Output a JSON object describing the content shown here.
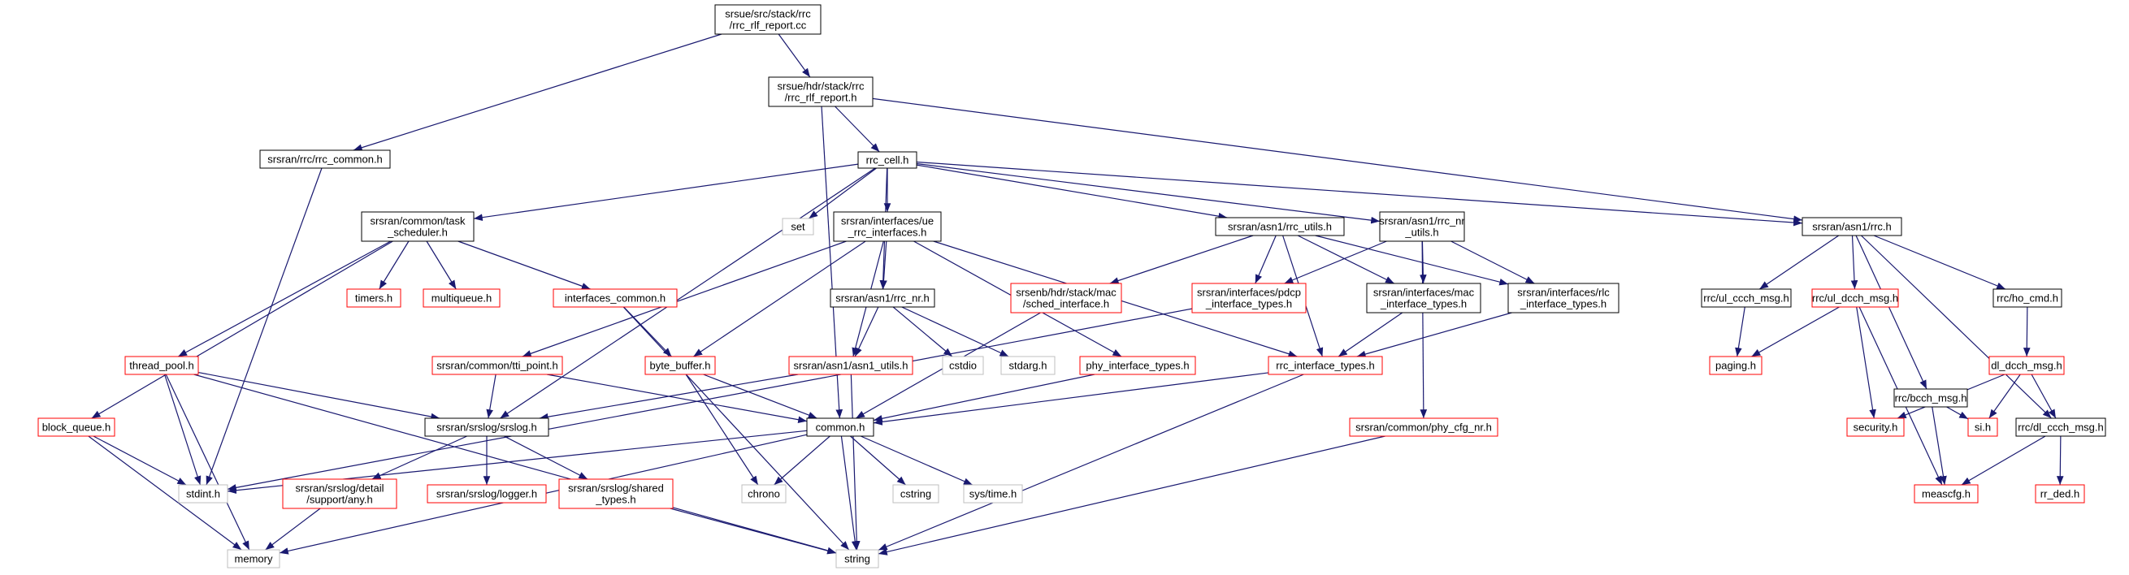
{
  "title": "",
  "colors": {
    "edge": "#191970",
    "root_fill": "#bfbfbf",
    "root_border": "#000000",
    "documented_border": "#000000",
    "undocumented_border": "#ff0000",
    "system_border": "#bfbfbf"
  },
  "nodes": {
    "rrc_rlf_report_cc": {
      "lines": [
        "srsue/src/stack/rrc",
        "/rrc_rlf_report.cc"
      ],
      "kind": "root"
    },
    "rrc_rlf_report_h": {
      "lines": [
        "srsue/hdr/stack/rrc",
        "/rrc_rlf_report.h"
      ],
      "kind": "documented"
    },
    "rrc_common_h": {
      "lines": [
        "srsran/rrc/rrc_common.h"
      ],
      "kind": "documented"
    },
    "rrc_cell_h": {
      "lines": [
        "rrc_cell.h"
      ],
      "kind": "documented"
    },
    "task_scheduler_h": {
      "lines": [
        "srsran/common/task",
        "_scheduler.h"
      ],
      "kind": "documented"
    },
    "set": {
      "lines": [
        "set"
      ],
      "kind": "system"
    },
    "ue_rrc_interfaces_h": {
      "lines": [
        "srsran/interfaces/ue",
        "_rrc_interfaces.h"
      ],
      "kind": "documented"
    },
    "rrc_utils_h": {
      "lines": [
        "srsran/asn1/rrc_utils.h"
      ],
      "kind": "documented"
    },
    "rrc_nr_utils_h": {
      "lines": [
        "srsran/asn1/rrc_nr",
        "_utils.h"
      ],
      "kind": "documented"
    },
    "asn1_rrc_h": {
      "lines": [
        "srsran/asn1/rrc.h"
      ],
      "kind": "documented"
    },
    "timers_h": {
      "lines": [
        "timers.h"
      ],
      "kind": "undocumented"
    },
    "multiqueue_h": {
      "lines": [
        "multiqueue.h"
      ],
      "kind": "undocumented"
    },
    "interfaces_common_h": {
      "lines": [
        "interfaces_common.h"
      ],
      "kind": "undocumented"
    },
    "rrc_nr_h": {
      "lines": [
        "srsran/asn1/rrc_nr.h"
      ],
      "kind": "documented"
    },
    "sched_interface_h": {
      "lines": [
        "srsenb/hdr/stack/mac",
        "/sched_interface.h"
      ],
      "kind": "undocumented"
    },
    "pdcp_interface_types_h": {
      "lines": [
        "srsran/interfaces/pdcp",
        "_interface_types.h"
      ],
      "kind": "undocumented"
    },
    "mac_interface_types_h": {
      "lines": [
        "srsran/interfaces/mac",
        "_interface_types.h"
      ],
      "kind": "documented"
    },
    "rlc_interface_types_h": {
      "lines": [
        "srsran/interfaces/rlc",
        "_interface_types.h"
      ],
      "kind": "documented"
    },
    "ul_ccch_msg_h": {
      "lines": [
        "rrc/ul_ccch_msg.h"
      ],
      "kind": "documented"
    },
    "ul_dcch_msg_h": {
      "lines": [
        "rrc/ul_dcch_msg.h"
      ],
      "kind": "undocumented"
    },
    "ho_cmd_h": {
      "lines": [
        "rrc/ho_cmd.h"
      ],
      "kind": "documented"
    },
    "thread_pool_h": {
      "lines": [
        "thread_pool.h"
      ],
      "kind": "undocumented"
    },
    "tti_point_h": {
      "lines": [
        "srsran/common/tti_point.h"
      ],
      "kind": "undocumented"
    },
    "byte_buffer_h": {
      "lines": [
        "byte_buffer.h"
      ],
      "kind": "undocumented"
    },
    "asn1_utils_h": {
      "lines": [
        "srsran/asn1/asn1_utils.h"
      ],
      "kind": "undocumented"
    },
    "cstdio": {
      "lines": [
        "cstdio"
      ],
      "kind": "system"
    },
    "stdarg_h": {
      "lines": [
        "stdarg.h"
      ],
      "kind": "system"
    },
    "phy_interface_types_h": {
      "lines": [
        "phy_interface_types.h"
      ],
      "kind": "undocumented"
    },
    "rrc_interface_types_h": {
      "lines": [
        "rrc_interface_types.h"
      ],
      "kind": "undocumented"
    },
    "paging_h": {
      "lines": [
        "paging.h"
      ],
      "kind": "undocumented"
    },
    "dl_dcch_msg_h": {
      "lines": [
        "dl_dcch_msg.h"
      ],
      "kind": "undocumented"
    },
    "bcch_msg_h": {
      "lines": [
        "rrc/bcch_msg.h"
      ],
      "kind": "documented"
    },
    "block_queue_h": {
      "lines": [
        "block_queue.h"
      ],
      "kind": "undocumented"
    },
    "srslog_h": {
      "lines": [
        "srsran/srslog/srslog.h"
      ],
      "kind": "documented"
    },
    "common_h": {
      "lines": [
        "common.h"
      ],
      "kind": "documented"
    },
    "phy_cfg_nr_h": {
      "lines": [
        "srsran/common/phy_cfg_nr.h"
      ],
      "kind": "undocumented"
    },
    "security_h": {
      "lines": [
        "security.h"
      ],
      "kind": "undocumented"
    },
    "si_h": {
      "lines": [
        "si.h"
      ],
      "kind": "undocumented"
    },
    "dl_ccch_msg_h": {
      "lines": [
        "rrc/dl_ccch_msg.h"
      ],
      "kind": "documented"
    },
    "stdint_h": {
      "lines": [
        "stdint.h"
      ],
      "kind": "system"
    },
    "support_any_h": {
      "lines": [
        "srsran/srslog/detail",
        "/support/any.h"
      ],
      "kind": "undocumented"
    },
    "logger_h": {
      "lines": [
        "srsran/srslog/logger.h"
      ],
      "kind": "undocumented"
    },
    "shared_types_h": {
      "lines": [
        "srsran/srslog/shared",
        "_types.h"
      ],
      "kind": "undocumented"
    },
    "chrono": {
      "lines": [
        "chrono"
      ],
      "kind": "system"
    },
    "cstring": {
      "lines": [
        "cstring"
      ],
      "kind": "system"
    },
    "sys_time_h": {
      "lines": [
        "sys/time.h"
      ],
      "kind": "system"
    },
    "meascfg_h": {
      "lines": [
        "meascfg.h"
      ],
      "kind": "undocumented"
    },
    "rr_ded_h": {
      "lines": [
        "rr_ded.h"
      ],
      "kind": "undocumented"
    },
    "memory": {
      "lines": [
        "memory"
      ],
      "kind": "system"
    },
    "string": {
      "lines": [
        "string"
      ],
      "kind": "system"
    }
  },
  "edges": [
    [
      "rrc_rlf_report_cc",
      "rrc_rlf_report_h"
    ],
    [
      "rrc_rlf_report_cc",
      "rrc_common_h"
    ],
    [
      "rrc_rlf_report_h",
      "rrc_cell_h"
    ],
    [
      "rrc_rlf_report_h",
      "common_h"
    ],
    [
      "rrc_rlf_report_h",
      "asn1_rrc_h"
    ],
    [
      "rrc_common_h",
      "stdint_h"
    ],
    [
      "rrc_cell_h",
      "task_scheduler_h"
    ],
    [
      "rrc_cell_h",
      "set"
    ],
    [
      "rrc_cell_h",
      "ue_rrc_interfaces_h"
    ],
    [
      "rrc_cell_h",
      "rrc_utils_h"
    ],
    [
      "rrc_cell_h",
      "rrc_nr_utils_h"
    ],
    [
      "rrc_cell_h",
      "asn1_rrc_h"
    ],
    [
      "rrc_cell_h",
      "rrc_nr_h"
    ],
    [
      "rrc_cell_h",
      "srslog_h"
    ],
    [
      "task_scheduler_h",
      "timers_h"
    ],
    [
      "task_scheduler_h",
      "multiqueue_h"
    ],
    [
      "task_scheduler_h",
      "interfaces_common_h"
    ],
    [
      "task_scheduler_h",
      "thread_pool_h"
    ],
    [
      "task_scheduler_h",
      "block_queue_h"
    ],
    [
      "ue_rrc_interfaces_h",
      "rrc_nr_h"
    ],
    [
      "ue_rrc_interfaces_h",
      "tti_point_h"
    ],
    [
      "ue_rrc_interfaces_h",
      "byte_buffer_h"
    ],
    [
      "ue_rrc_interfaces_h",
      "asn1_utils_h"
    ],
    [
      "ue_rrc_interfaces_h",
      "phy_interface_types_h"
    ],
    [
      "ue_rrc_interfaces_h",
      "rrc_interface_types_h"
    ],
    [
      "rrc_utils_h",
      "sched_interface_h"
    ],
    [
      "rrc_utils_h",
      "pdcp_interface_types_h"
    ],
    [
      "rrc_utils_h",
      "mac_interface_types_h"
    ],
    [
      "rrc_utils_h",
      "rlc_interface_types_h"
    ],
    [
      "rrc_utils_h",
      "rrc_interface_types_h"
    ],
    [
      "rrc_nr_utils_h",
      "pdcp_interface_types_h"
    ],
    [
      "rrc_nr_utils_h",
      "mac_interface_types_h"
    ],
    [
      "rrc_nr_utils_h",
      "rlc_interface_types_h"
    ],
    [
      "rrc_nr_utils_h",
      "phy_cfg_nr_h"
    ],
    [
      "asn1_rrc_h",
      "ul_ccch_msg_h"
    ],
    [
      "asn1_rrc_h",
      "ul_dcch_msg_h"
    ],
    [
      "asn1_rrc_h",
      "ho_cmd_h"
    ],
    [
      "asn1_rrc_h",
      "bcch_msg_h"
    ],
    [
      "asn1_rrc_h",
      "dl_ccch_msg_h"
    ],
    [
      "interfaces_common_h",
      "byte_buffer_h"
    ],
    [
      "interfaces_common_h",
      "string"
    ],
    [
      "rrc_nr_h",
      "asn1_utils_h"
    ],
    [
      "rrc_nr_h",
      "cstdio"
    ],
    [
      "rrc_nr_h",
      "stdarg_h"
    ],
    [
      "sched_interface_h",
      "common_h"
    ],
    [
      "pdcp_interface_types_h",
      "stdint_h"
    ],
    [
      "mac_interface_types_h",
      "rrc_interface_types_h"
    ],
    [
      "rlc_interface_types_h",
      "rrc_interface_types_h"
    ],
    [
      "ul_ccch_msg_h",
      "paging_h"
    ],
    [
      "ul_dcch_msg_h",
      "paging_h"
    ],
    [
      "ul_dcch_msg_h",
      "security_h"
    ],
    [
      "ul_dcch_msg_h",
      "meascfg_h"
    ],
    [
      "ho_cmd_h",
      "dl_dcch_msg_h"
    ],
    [
      "thread_pool_h",
      "srslog_h"
    ],
    [
      "thread_pool_h",
      "stdint_h"
    ],
    [
      "thread_pool_h",
      "memory"
    ],
    [
      "thread_pool_h",
      "string"
    ],
    [
      "tti_point_h",
      "srslog_h"
    ],
    [
      "tti_point_h",
      "common_h"
    ],
    [
      "byte_buffer_h",
      "common_h"
    ],
    [
      "byte_buffer_h",
      "chrono"
    ],
    [
      "asn1_utils_h",
      "srslog_h"
    ],
    [
      "asn1_utils_h",
      "string"
    ],
    [
      "phy_interface_types_h",
      "common_h"
    ],
    [
      "rrc_interface_types_h",
      "common_h"
    ],
    [
      "rrc_interface_types_h",
      "string"
    ],
    [
      "dl_dcch_msg_h",
      "security_h"
    ],
    [
      "dl_dcch_msg_h",
      "si_h"
    ],
    [
      "dl_dcch_msg_h",
      "dl_ccch_msg_h"
    ],
    [
      "bcch_msg_h",
      "si_h"
    ],
    [
      "bcch_msg_h",
      "meascfg_h"
    ],
    [
      "block_queue_h",
      "stdint_h"
    ],
    [
      "block_queue_h",
      "memory"
    ],
    [
      "srslog_h",
      "support_any_h"
    ],
    [
      "srslog_h",
      "logger_h"
    ],
    [
      "srslog_h",
      "shared_types_h"
    ],
    [
      "common_h",
      "stdint_h"
    ],
    [
      "common_h",
      "chrono"
    ],
    [
      "common_h",
      "cstring"
    ],
    [
      "common_h",
      "sys_time_h"
    ],
    [
      "common_h",
      "memory"
    ],
    [
      "common_h",
      "string"
    ],
    [
      "phy_cfg_nr_h",
      "string"
    ],
    [
      "dl_ccch_msg_h",
      "meascfg_h"
    ],
    [
      "dl_ccch_msg_h",
      "rr_ded_h"
    ],
    [
      "support_any_h",
      "memory"
    ],
    [
      "shared_types_h",
      "string"
    ]
  ]
}
